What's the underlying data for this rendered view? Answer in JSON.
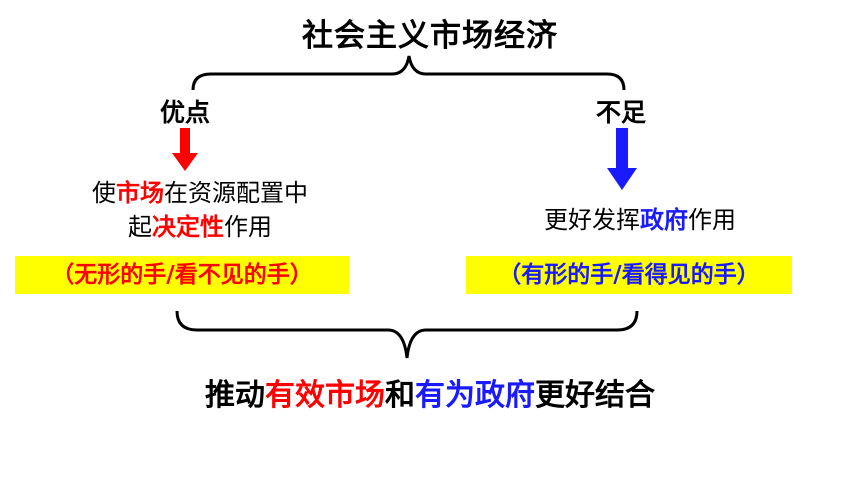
{
  "title": "社会主义市场经济",
  "left": {
    "heading": "优点",
    "line1": [
      {
        "text": "使",
        "style": "plain"
      },
      {
        "text": "市场",
        "style": "red"
      },
      {
        "text": "在资源配置中",
        "style": "plain"
      }
    ],
    "line2": [
      {
        "text": "起",
        "style": "plain"
      },
      {
        "text": "决定性",
        "style": "red"
      },
      {
        "text": "作用",
        "style": "plain"
      }
    ],
    "box": "（无形的手/看不见的手）",
    "arrow_color": "#ff0000"
  },
  "right": {
    "heading": "不足",
    "line1": [
      {
        "text": "更好发挥",
        "style": "plain"
      },
      {
        "text": "政府",
        "style": "blue"
      },
      {
        "text": "作用",
        "style": "plain"
      }
    ],
    "box": "（有形的手/看得见的手）",
    "arrow_color": "#1a1aff"
  },
  "bottom": [
    {
      "text": "推动",
      "style": "plain"
    },
    {
      "text": "有效市场",
      "style": "red"
    },
    {
      "text": "和",
      "style": "plain"
    },
    {
      "text": "有为政府",
      "style": "blue"
    },
    {
      "text": "更好结合",
      "style": "plain"
    }
  ],
  "colors": {
    "highlight": "#ffff00",
    "red": "#ff0000",
    "blue": "#1a1aff"
  }
}
